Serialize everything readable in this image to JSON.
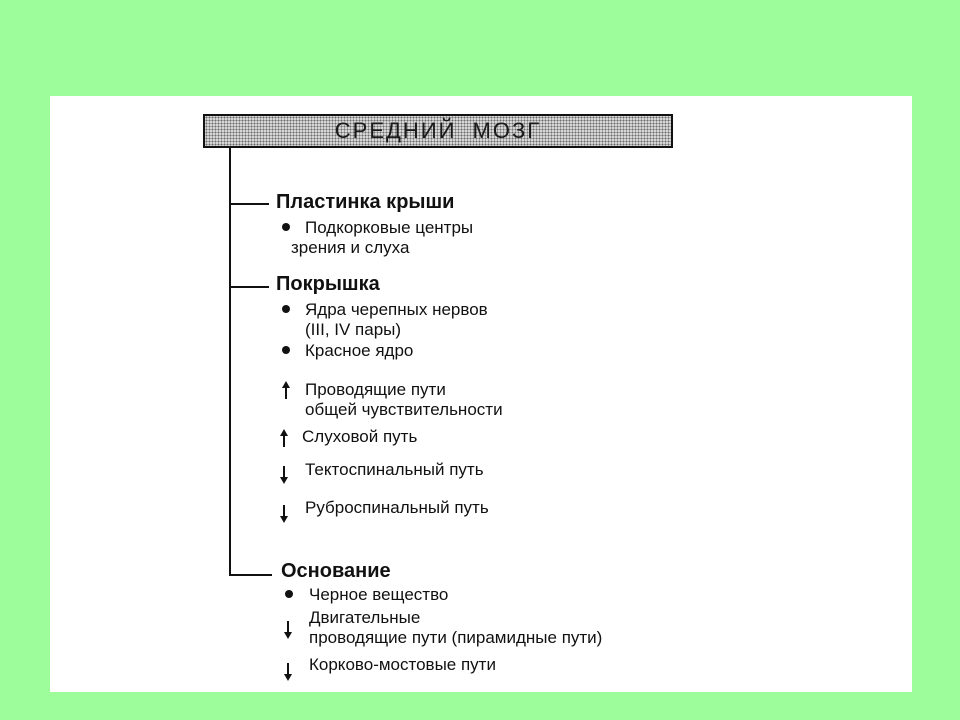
{
  "diagram": {
    "title": "СРЕДНИЙ МОЗГ",
    "sections": [
      {
        "heading": "Пластинка крыши",
        "items": [
          {
            "marker": "bullet",
            "lines": [
              "Подкорковые центры",
              "зрения и слуха"
            ]
          }
        ]
      },
      {
        "heading": "Покрышка",
        "items": [
          {
            "marker": "bullet",
            "lines": [
              "Ядра черепных нервов",
              "(III, IV пары)"
            ]
          },
          {
            "marker": "bullet",
            "lines": [
              "Красное ядро"
            ]
          },
          {
            "marker": "arrow-up",
            "lines": [
              "Проводящие пути",
              "общей чувствительности"
            ]
          },
          {
            "marker": "arrow-up",
            "lines": [
              "Слуховой путь"
            ]
          },
          {
            "marker": "arrow-down",
            "lines": [
              "Тектоспинальный путь"
            ]
          },
          {
            "marker": "arrow-down",
            "lines": [
              "Руброспинальный путь"
            ]
          }
        ]
      },
      {
        "heading": "Основание",
        "items": [
          {
            "marker": "bullet",
            "lines": [
              "Черное вещество"
            ]
          },
          {
            "marker": "arrow-down",
            "lines": [
              "Двигательные",
              "проводящие пути (пирамидные пути)"
            ]
          },
          {
            "marker": "arrow-down",
            "lines": [
              "Корково-мостовые пути"
            ]
          }
        ]
      }
    ],
    "colors": {
      "background": "#9cfd9a",
      "panel": "#ffffff",
      "ink": "#111111"
    }
  }
}
